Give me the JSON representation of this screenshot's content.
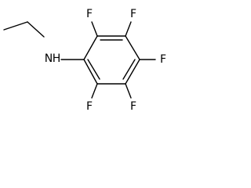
{
  "molecule": {
    "atoms": {
      "amine_nitrogen": "N",
      "amine_hydrogen": "H",
      "fluorine_top_left": "F",
      "fluorine_top_right": "F",
      "fluorine_right": "F",
      "fluorine_bottom_right": "F",
      "fluorine_bottom_left": "F"
    },
    "colors": {
      "bond": "#000000",
      "label": "#000000"
    }
  }
}
